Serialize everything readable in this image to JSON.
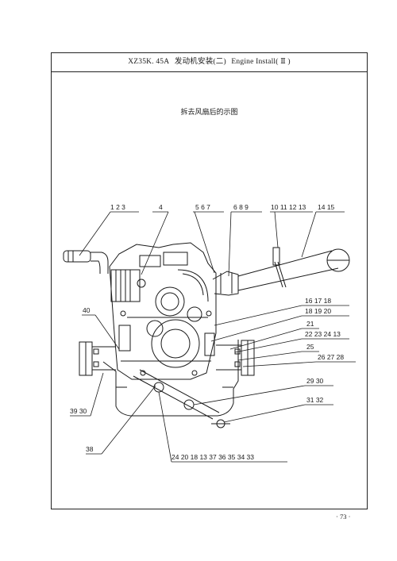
{
  "header": {
    "model": "XZ35K. 45A",
    "title_cn": "发动机安装(二)",
    "title_en": "Engine Install( Ⅱ )"
  },
  "subtitle": "拆去风扇后的示图",
  "callouts": {
    "c1": "1  2  3",
    "c2": "4",
    "c3": "5  6  7",
    "c4": "6  8  9",
    "c5": "10  11  12  13",
    "c6": "14  15",
    "c7": "16  17  18",
    "c8": "18  19  20",
    "c9": "21",
    "c10": "22  23  24  13",
    "c11": "25",
    "c12": "26  27  28",
    "c13": "40",
    "c14": "29  30",
    "c15": "31  32",
    "c16": "39  30",
    "c17": "38",
    "c18": "24  20  18  13  37  36  35  34  33"
  },
  "page_number": "· 73 ·"
}
